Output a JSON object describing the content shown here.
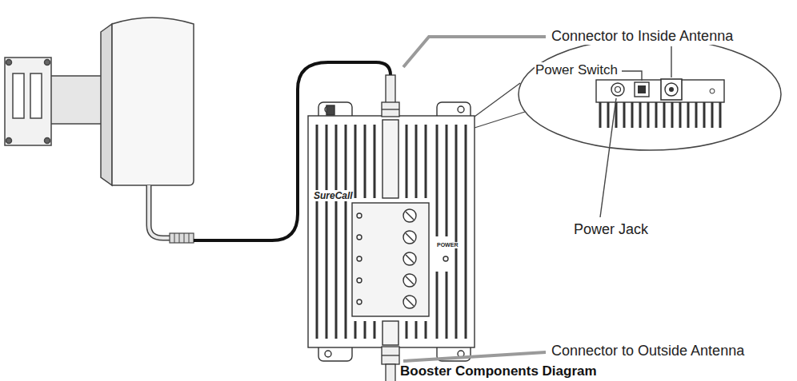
{
  "diagram": {
    "caption": "Booster Components Diagram",
    "labels": [
      "Connector to Inside Antenna",
      "Power Switch",
      "Power Jack",
      "Connector to Outside Antenna",
      "SureCall",
      "POWER"
    ]
  }
}
